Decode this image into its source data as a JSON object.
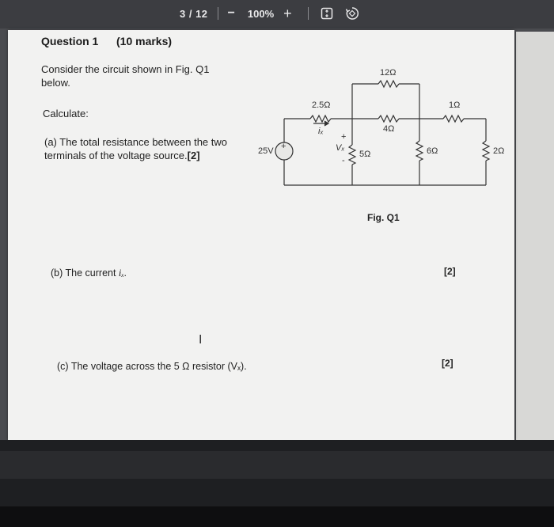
{
  "toolbar": {
    "page_indicator": "3 / 12",
    "zoom_out": "−",
    "zoom_level": "100%",
    "zoom_in": "+"
  },
  "question": {
    "title": "Question 1",
    "marks": "(10 marks)",
    "intro": "Consider the circuit shown in Fig. Q1 below.",
    "calculate": "Calculate:",
    "part_a": "(a)  The total resistance between the two terminals of the voltage source.",
    "part_a_mark": "[2]",
    "part_b": "(b)   The current ",
    "part_b_var": "iₓ.",
    "part_b_mark": "[2]",
    "part_c": "(c)   The voltage across the 5 Ω resistor (Vₓ).",
    "part_c_mark": "[2]"
  },
  "figure": {
    "caption": "Fig. Q1",
    "source_label": "25V",
    "source_plus": "+",
    "r_2_5": "2.5Ω",
    "r_12": "12Ω",
    "r_4": "4Ω",
    "r_5": "5Ω",
    "r_6": "6Ω",
    "r_1": "1Ω",
    "r_2": "2Ω",
    "ix_label": "iₓ",
    "vx_label": "Vₓ",
    "vx_plus": "+",
    "vx_minus": "-"
  }
}
